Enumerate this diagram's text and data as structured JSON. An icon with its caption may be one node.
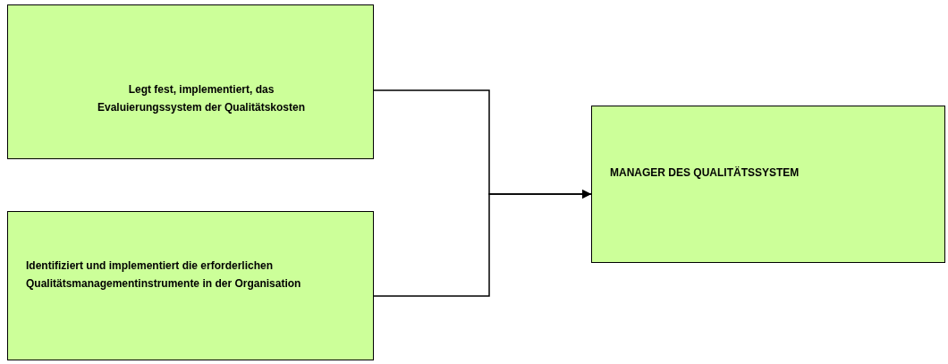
{
  "diagram": {
    "nodes": [
      {
        "text": [
          "Legt fest, implementiert, das Evaluierungssystem der Qualitätskosten"
        ]
      },
      {
        "text": [
          "Identifiziert und implementiert die erforderlichen Qualitätsmanagementinstrumente in der Organisation"
        ]
      },
      {
        "text": [
          "MANAGER DES QUALITÄTSSYSTEM"
        ]
      }
    ],
    "edges": [
      {
        "from": 0,
        "to": 2,
        "arrow": "to"
      },
      {
        "from": 1,
        "to": 2,
        "arrow": "to"
      }
    ]
  }
}
